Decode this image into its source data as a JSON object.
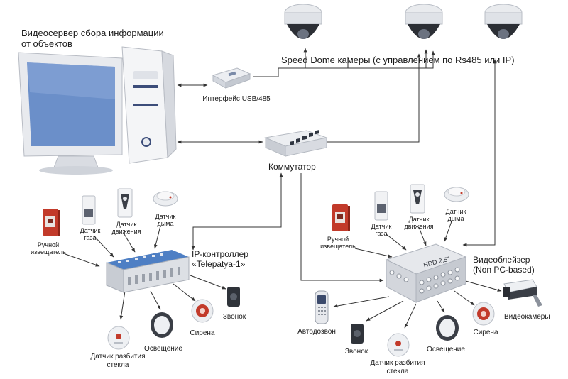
{
  "colors": {
    "line": "#333333",
    "device_white": "#f2f3f5",
    "device_grey": "#c9ccd2",
    "monitor_screen": "#6b8fc9",
    "panel_blue": "#4e7fc4",
    "red_device": "#c23a2a"
  },
  "diagram": {
    "server": {
      "label": "Видеосервер сбора информации\nот объектов",
      "icon": "computer-icon"
    },
    "usb_interface": {
      "label": "Интерфейс  USB/485",
      "icon": "usb-interface-icon"
    },
    "dome_cameras": {
      "label": "Speed Dome камеры (с управлением по Rs485 или IP)",
      "icon": "dome-camera-icon"
    },
    "switch": {
      "label": "Коммутатор",
      "icon": "network-switch-icon"
    },
    "controller": {
      "label": "IP-контроллер\n«Telepatya-1»",
      "icon": "din-rail-controller-icon",
      "sensors": {
        "manual_call_point": "Ручной\nизвещатель",
        "gas_sensor": "Датчик\nгаза",
        "motion_sensor": "Датчик\nдвижения",
        "smoke_sensor": "Датчик\nдыма",
        "glass_break": "Датчик разбития\nстекла",
        "lighting": "Освещение",
        "siren": "Сирена",
        "bell": "Звонок"
      }
    },
    "videoblazer": {
      "label": "Видеоблейзер\n(Non PC-based)",
      "box_text": "HDD 2.5\"",
      "icon": "video-recorder-box-icon",
      "sensors": {
        "manual_call_point": "Ручной\nизвещатель",
        "gas_sensor": "Датчик\nгаза",
        "motion_sensor": "Датчик\nдвижения",
        "smoke_sensor": "Датчик\nдыма",
        "autodialer": "Автодозвон",
        "bell": "Звонок",
        "glass_break": "Датчик разбития\nстекла",
        "lighting": "Освещение",
        "siren": "Сирена",
        "video_cameras": "Видеокамеры"
      }
    }
  }
}
